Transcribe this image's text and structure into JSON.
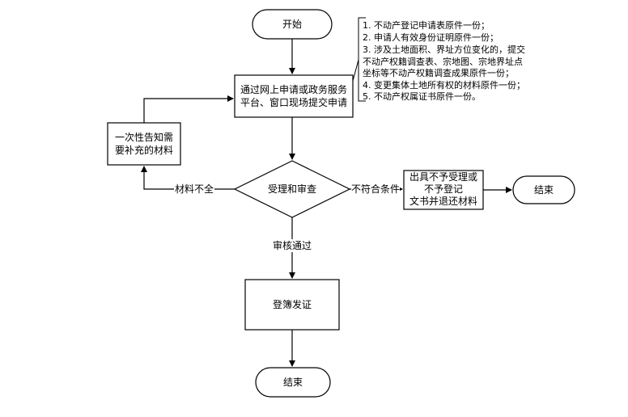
{
  "flow": {
    "start": "开始",
    "submit": [
      "通过网上申请或政务服务",
      "平台、窗口现场提交申请"
    ],
    "notify": [
      "一次性告知需",
      "要补充的材料"
    ],
    "review": "受理和审查",
    "incomplete_label": "材料不全",
    "nonconform_label": "不符合条件",
    "reject": [
      "出具不予受理或",
      "不予登记",
      "文书并退还材料"
    ],
    "end_right": "结束",
    "approved_label": "审核通过",
    "register": "登簿发证",
    "end_bottom": "结束"
  },
  "materials_note": [
    "1. 不动产登记申请表原件一份；",
    "2. 申请人有效身份证明原件一份；",
    "3. 涉及土地面积、界址方位变化的，提交",
    "不动产权籍调查表、宗地图、宗地界址点",
    "坐标等不动产权籍调查成果原件一份；",
    "4. 变更集体土地所有权的材料原件一份；",
    "5. 不动产权属证书原件一份。"
  ]
}
